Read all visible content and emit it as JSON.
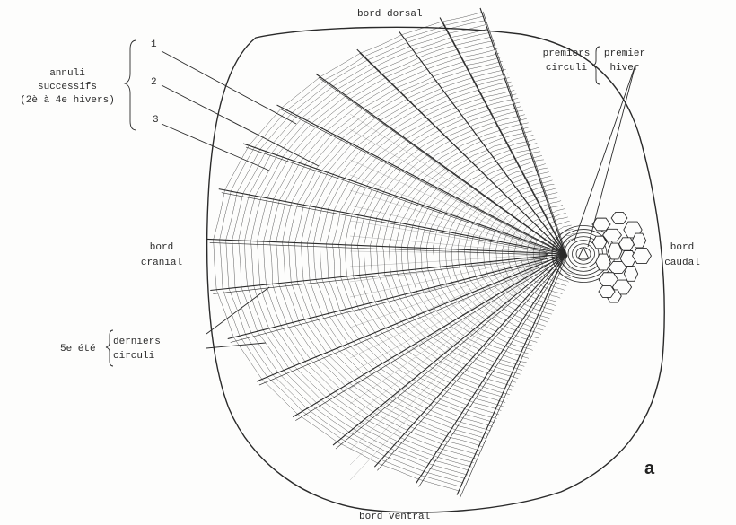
{
  "labels": {
    "bord_dorsal": "bord dorsal",
    "bord_ventral": "bord ventral",
    "bord_cranial_1": "bord",
    "bord_cranial_2": "cranial",
    "bord_caudal_1": "bord",
    "bord_caudal_2": "caudal",
    "annuli_1": "annuli",
    "annuli_2": "successifs",
    "annuli_3": "(2è à 4e hivers)",
    "num_1": "1",
    "num_2": "2",
    "num_3": "3",
    "premiers_1": "premiers",
    "premiers_2": "circuli",
    "premier_hiver_1": "premier",
    "premier_hiver_2": "hiver",
    "cinquieme_ete": "5e été",
    "derniers_1": "derniers",
    "derniers_2": "circuli",
    "panel_letter": "a"
  },
  "colors": {
    "ink": "#2a2a2a",
    "paper": "#fdfdfc"
  }
}
